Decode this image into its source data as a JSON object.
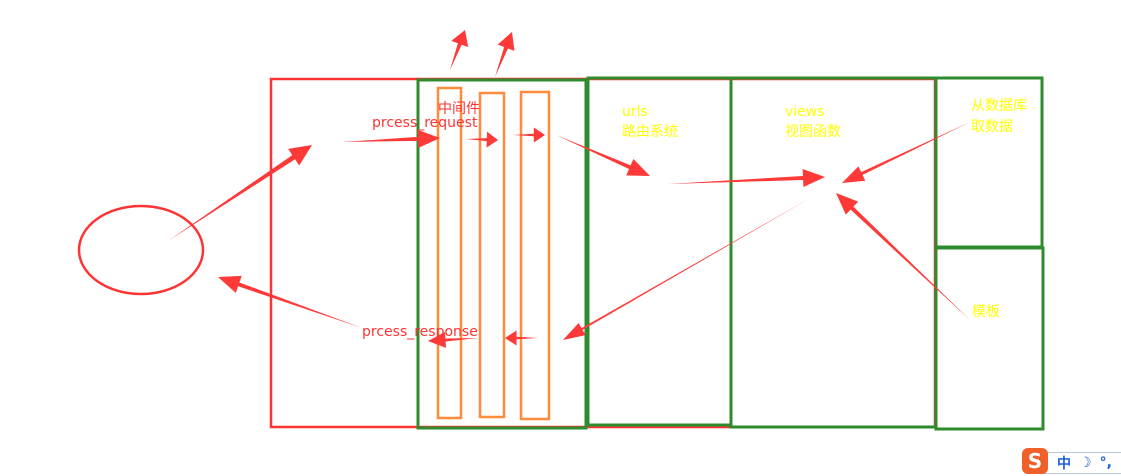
{
  "labels": {
    "middleware": "中间件",
    "process_request": "prcess_request",
    "urls": "urls",
    "urls_desc": "路由系统",
    "views": "views",
    "views_desc": "视图函数",
    "db_line1": "从数据库",
    "db_line2": "取数据",
    "template": "模板",
    "process_response": "prcess_response"
  },
  "ime": {
    "logo": "S",
    "lang": "中",
    "moon": "☽",
    "punct": "°,"
  },
  "colors": {
    "red": "#ff3333",
    "green": "#2e8b2e",
    "orange": "#ff8c3a",
    "yellow": "#ffff00"
  }
}
